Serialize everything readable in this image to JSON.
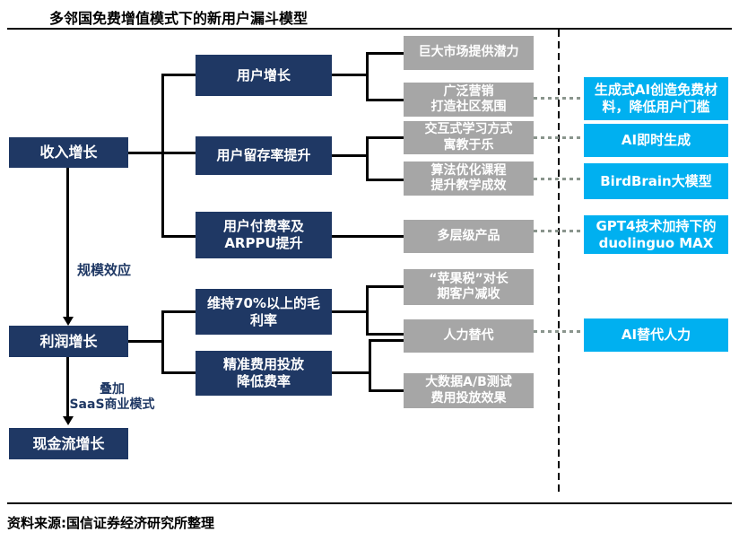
{
  "title": "多邻国免费增值模式下的新用户漏斗模型",
  "source": "资料来源:国信证券经济研究所整理",
  "colors": {
    "navy": "#1f3864",
    "gray": "#a6a6a6",
    "cyan": "#00b0f0",
    "connector": "#000000",
    "dotted_connector": "#8a958d"
  },
  "flow_labels": {
    "scale_effect": "规模效应",
    "saas_overlay": "叠加\nSaaS商业模式"
  },
  "left_nodes": [
    {
      "label": "收入增长"
    },
    {
      "label": "利润增长"
    },
    {
      "label": "现金流增长"
    }
  ],
  "mid_nodes": [
    {
      "label": "用户增长"
    },
    {
      "label": "用户留存率提升"
    },
    {
      "label": "用户付费率及\nARPPU提升"
    },
    {
      "label": "维持70%以上的毛\n利率"
    },
    {
      "label": "精准费用投放\n降低费率"
    }
  ],
  "gray_nodes": [
    {
      "label": "巨大市场提供潜力"
    },
    {
      "label": "广泛营销\n打造社区氛围"
    },
    {
      "label": "交互式学习方式\n寓教于乐"
    },
    {
      "label": "算法优化课程\n提升教学成效"
    },
    {
      "label": "多层级产品"
    },
    {
      "label": "“苹果税”对长\n期客户减收"
    },
    {
      "label": "人力替代"
    },
    {
      "label": "大数据A/B测试\n费用投放效果"
    }
  ],
  "cyan_nodes": [
    {
      "label": "生成式AI创造免费材\n料，降低用户门槛"
    },
    {
      "label": "AI即时生成"
    },
    {
      "label": "BirdBrain大模型"
    },
    {
      "label": "GPT4技术加持下的\nduolinguo MAX"
    },
    {
      "label": "AI替代人力"
    }
  ]
}
